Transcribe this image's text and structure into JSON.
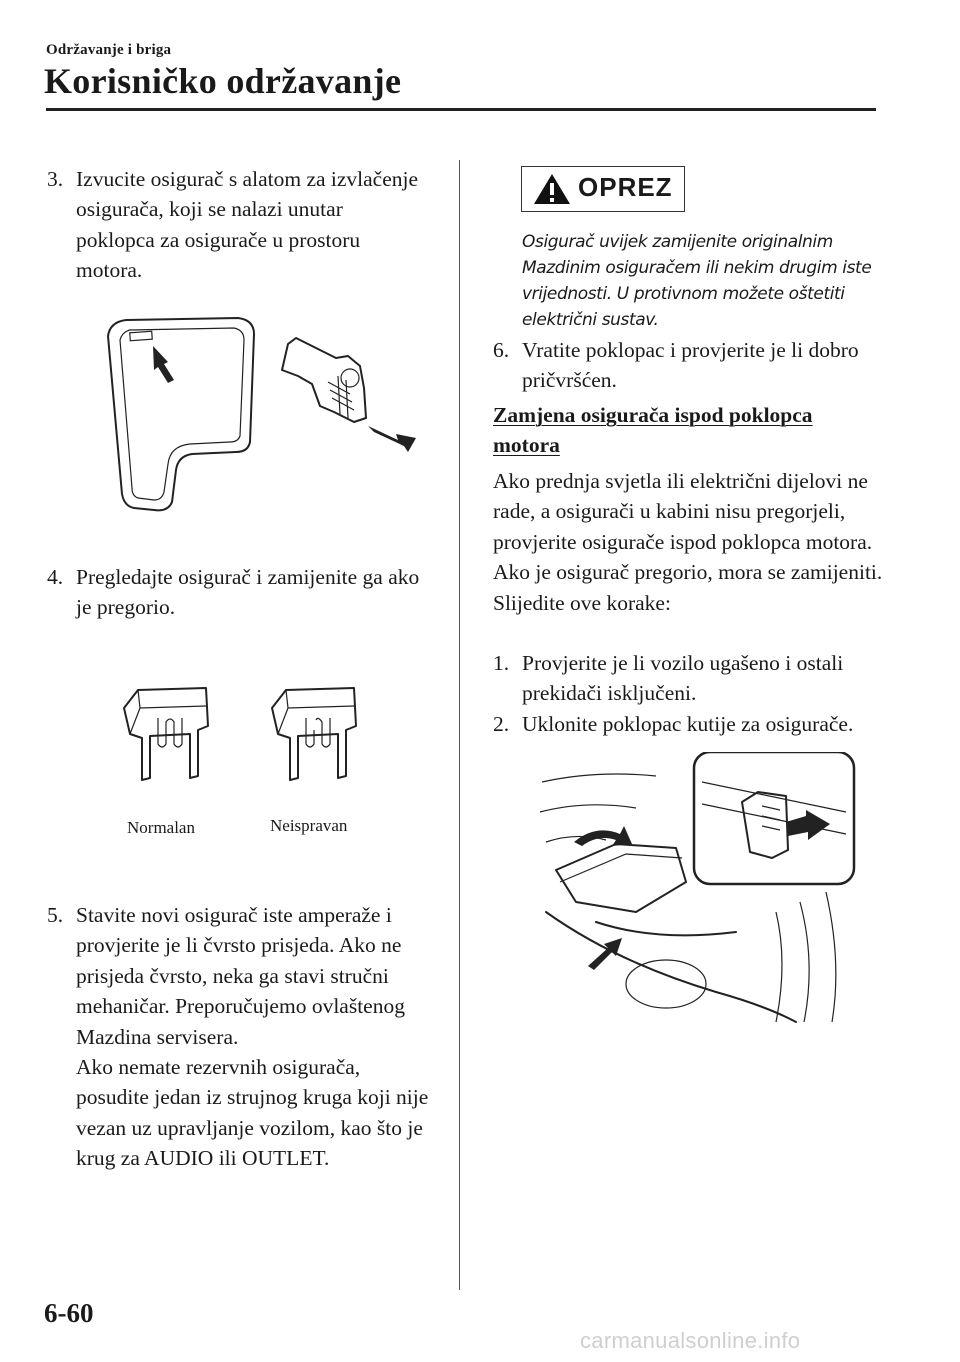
{
  "header": {
    "section_label": "Održavanje i briga",
    "title": "Korisničko održavanje"
  },
  "left_column": {
    "step3": {
      "number": "3.",
      "text": "Izvucite osigurač s alatom za izvlačenje osigurača, koji se nalazi unutar poklopca za osigurače u prostoru motora."
    },
    "step4": {
      "number": "4.",
      "text": "Pregledajte osigurač i zamijenite ga ako je pregorio."
    },
    "fuse_captions": {
      "normal": "Normalan",
      "faulty": "Neispravan"
    },
    "step5": {
      "number": "5.",
      "text": "Stavite novi osigurač iste amperaže i provjerite je li čvrsto prisjeda. Ako ne prisjeda čvrsto, neka ga stavi stručni mehaničar. Preporučujemo ovlaštenog Mazdina servisera.",
      "text2": "Ako nemate rezervnih osigurača, posudite jedan iz strujnog kruga koji nije vezan uz upravljanje vozilom, kao što je krug za AUDIO ili OUTLET."
    }
  },
  "right_column": {
    "caution": {
      "label": "OPREZ",
      "text": "Osigurač uvijek zamijenite originalnim Mazdinim osiguračem ili nekim drugim iste vrijednosti. U protivnom možete oštetiti električni sustav."
    },
    "step6": {
      "number": "6.",
      "text": "Vratite poklopac i provjerite je li dobro pričvršćen."
    },
    "subheading": {
      "line1": "Zamjena osigurača ispod poklopca",
      "line2": "motora"
    },
    "paragraph": "Ako prednja svjetla ili električni dijelovi ne rade, a osigurači u kabini nisu pregorjeli, provjerite osigurače ispod poklopca motora. Ako je osigurač pregorio, mora se zamijeniti. Slijedite ove korake:",
    "step1": {
      "number": "1.",
      "text": "Provjerite je li vozilo ugašeno i ostali prekidači isključeni."
    },
    "step2": {
      "number": "2.",
      "text": "Uklonite poklopac kutije za osigurače."
    }
  },
  "footer": {
    "page_number": "6-60",
    "watermark": "carmanualsonline.info"
  },
  "colors": {
    "text": "#1a1a1a",
    "rule": "#222222",
    "watermark": "#cfcfcf"
  }
}
